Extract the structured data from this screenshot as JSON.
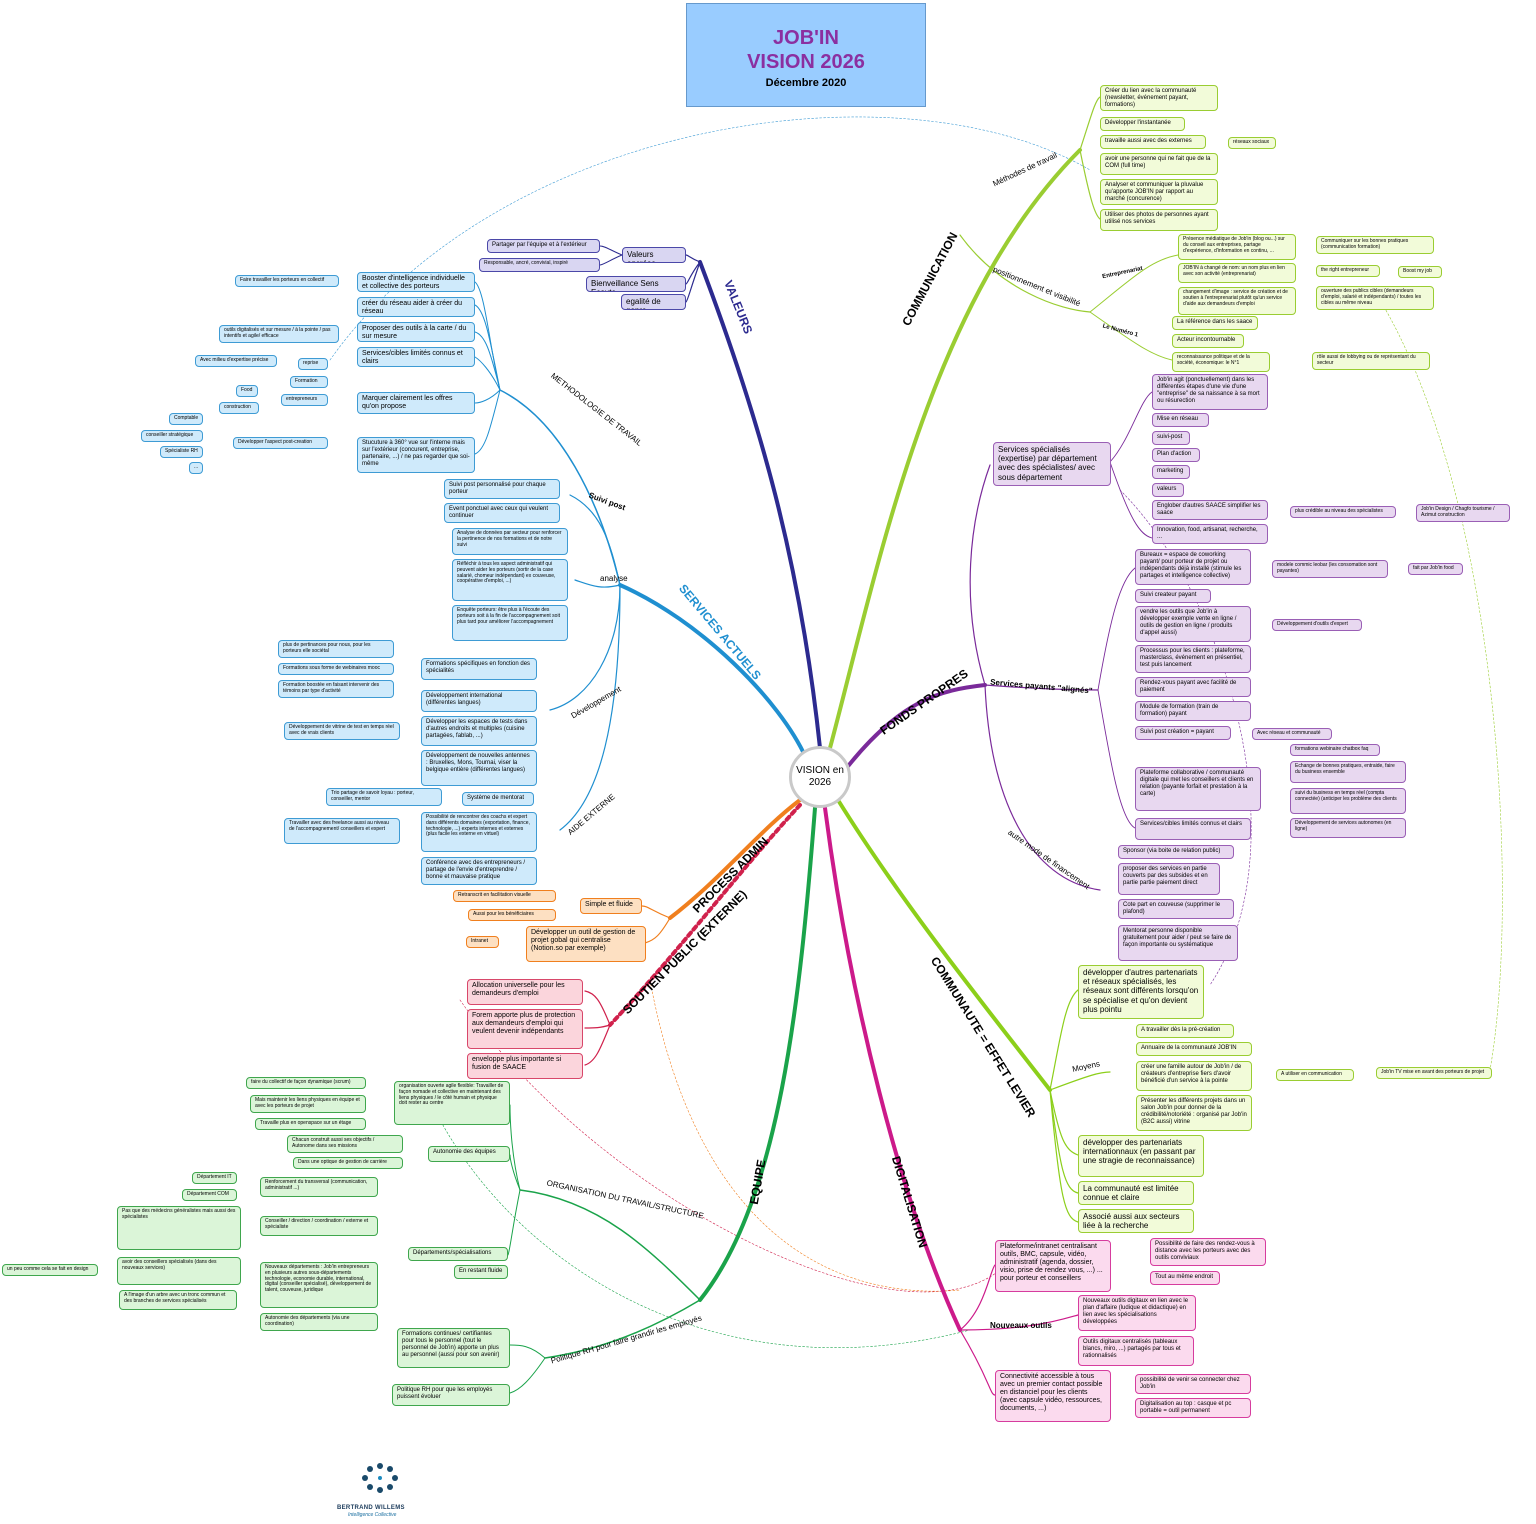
{
  "title": {
    "line1": "JOB'IN",
    "line2": "VISION 2026",
    "line3": "Décembre 2020"
  },
  "center": "VISION en 2026",
  "colors": {
    "valeurs": "#2c2a8f",
    "services": "#1f8fd0",
    "process": "#f07f1e",
    "soutien": "#d0214c",
    "equipe": "#1aa34a",
    "digital": "#cc1a8a",
    "communaute": "#8ccf1a",
    "fonds": "#7a2a9a",
    "communication": "#9acd32"
  },
  "branches": {
    "valeurs": "VALEURS",
    "services": "SERVICES ACTUELS",
    "process": "PROCESS ADMIN",
    "soutien": "SOUTIEN PUBLIC (EXTERNE)",
    "equipe": "EQUIPE",
    "digital": "DIGITALISATION",
    "communaute": "COMMUNAUTE = EFFET LEVIER",
    "fonds": "FONDS PROPRES",
    "communication": "COMMUNICATION"
  },
  "subs": {
    "methodologie": "METHODOLOGIE DE TRAVAIL",
    "suivi_post": "Suivi post",
    "analyse": "analyse",
    "developpement": "Développement",
    "aide_externe": "AIDE EXTERNE",
    "organisation": "ORGANISATION DU TRAVAIL/STRUCTURE",
    "politique_rh": "Politique RH pour faire grandir les employés",
    "nouveaux_outils": "Nouveaux outils",
    "moyens": "Moyens",
    "autre_mode": "autre mode de financement",
    "services_payants": "Services payants \"alignés\"",
    "methodes": "Méthodes de travail",
    "positionnement": "positionnement et visibilité",
    "entrepreneurial": "Entreprenariat",
    "numero1": "Le Numéro 1"
  },
  "valeurs": {
    "valeurs_ancrees": "Valeurs ancrées",
    "partager": "Partager par l'équipe et à l'extérieur",
    "responsable": "Responsable, ancré, convivial, inspiré",
    "bienveillance": "Bienveillance Sens Ecoute",
    "egalite": "egalité de genre"
  },
  "methodo": {
    "booster": "Booster d'intelligence individuelle et collective des porteurs",
    "faire_travailler": "Faire travailler les porteurs en collectif",
    "reseau": "créer du réseau aider à créer du réseau",
    "proposer": "Proposer des outils à la carte / du sur mesure",
    "outils_digitalises": "outils digitalisés et sur mesure / à la pointe / pas intentifs et agile/ efficace",
    "services_cibles": "Services/cibles limités connus et clairs",
    "marquer": "Marquer clairement les offres qu'on propose",
    "structure360": "Stucuture à 360° vue sur l'interne mais sur l'extérieur (concurent, entreprise, partenaire, ...) / ne pas regarder que soi-même",
    "avec_milieu": "Avec milieu d'expertise précise",
    "reprise": "reprise",
    "formation": "Formation",
    "food": "Food",
    "entrepreneurs": "entrepreneurs",
    "construction": "construction",
    "comptable": "Comptable",
    "conseiller": "conseiller stratégique",
    "specialiste_rh": "Spécialiste RH",
    "dots": "...",
    "post_creation": "Développer l'aspect post-creation"
  },
  "suivi": {
    "perso": "Suivi post personnalisé pour chaque porteur",
    "event": "Event ponctuel avec ceux qui veulent continuer"
  },
  "analyse": {
    "donnees": "Analyse de données par secteur pour renforcer la pertinence de nos formations et de notre suivi",
    "reflechir": "Réfléchir à tous les aspect administratif qui peuvent aider les porteurs (sortir de la case salarié, chomeur indépendant) ex couveuse, coopérative d'emploi, ...)",
    "enquete": "Enquête porteurs: être plus à l'écoute des porteurs soit à la fin de l'accompagnement soit plus tard pour améliorer l'accompagnement"
  },
  "develop": {
    "pertinence": "plus de pertinances pour nous, pour les porteurs elle sociétal",
    "webinaires": "Formations sous forme de webinaires mooc",
    "boostee": "Formation boostée en faisant intervenir des témoins par type d'activité",
    "formations": "Formations spécifiques en fonction des spécialités",
    "international": "Développement international (différentes langues)",
    "vitrine": "Développement de vitrine de test en temps réel avec de vrais clients",
    "espaces": "Développer les espaces de tests dans d'autres endroits et multiples (cuisine partagées, fablab, ...)",
    "antennes": "Développement de nouvelles antennes : Bruxelles, Mons, Tournai, viser la belgique entière (différentes langues)"
  },
  "aide": {
    "trio": "Trio partage de savoir loyau : porteur, conseiller, mentor",
    "mentorat": "Système de mentorat",
    "freelance": "Travailler avec des freelance aussi au niveau de l'accompagnement/ conseillers et expert",
    "possibilite": "Possibilité de rencontrer des coachs et expert dans différents domaines (exportation, finance, technologie, ...) experts internes et externes (plus facile les externe en virtuel)",
    "conference": "Conférence avec des entrepreneurs / partage de l'envie d'entreprendre / bonne et mauvaise pratique"
  },
  "process": {
    "retranscrit": "Retranscrit en facilitation visuelle",
    "aussi": "Aussi pour les bénéficiaires",
    "simple": "Simple et fluide",
    "intranet": "Intranet",
    "outil": "Développer un outil de gestion de projet gobal qui centralise (Notion.so par exemple)"
  },
  "soutien": {
    "allocation": "Allocation universelle pour les demandeurs d'emploi",
    "forem": "Forem apporte plus de protection aux demandeurs d'emploi qui veulent devenir indépendants",
    "enveloppe": "enveloppe plus importante si fusion de SAACE"
  },
  "equipe": {
    "faire_collectif": "faire du collectif de façon dynamique (scrum)",
    "mais_maintenir": "Mais maintenir les liens physiques en équipe et avec les porteurs de projet",
    "travaille": "Travaille plus en openspace sur un étage",
    "organisation_agile": "organisation ouverte agile flexible: Travailler de façon nomade et collective en maintenant des liens physiques / le côté humain et physique doit rester au centre",
    "chacun": "Chacun construit aussi ses objectifs / Autonome dans ses missions",
    "optique": "Dans une optique de gestion de carrière",
    "autonomie": "Autonomie des équipes",
    "dept_it": "Département IT",
    "dept_com": "Département COM",
    "renforcement": "Renforcement du transversal (communication, administratif ...)",
    "pas_medecin": "Pas que des médecins généralistes mais aussi des spécialistes",
    "conseiller_dir": "Conseiller / direction / coordination / externe et spécialiste",
    "departements": "Départements/spécialisations",
    "un_peu": "un peu comme cela se fait en design",
    "avoir": "avoir des conseillers spécialisés (dans des nouveaux services)",
    "nouveaux_depts": "Nouveaux départements : Job'in entrepreneurs en plusieurs autres sous-départements technologie, economie durable, international, digital (conseiller spécialisé), développement de talent, couveuse, juridique",
    "fleuve": "A l'image d'un arbre avec un tronc commun et des branches de services spécialisés",
    "en_restant": "En restant fluide",
    "autonomie_depts": "Autonomie des départements (via une coordination)",
    "formations_continues": "Formations continues/ certifiantes pour tous le personnel (tout le personnel de Job'in) apporte un plus au personnel (aussi pour son avenir)",
    "politique": "Politique RH pour que les employés puissent évoluer"
  },
  "digital": {
    "plateforme": "Plateforme/intranet centralisant outils, BMC, capsule, vidéo, administratif (agenda, dossier, visio, prise de rendez vous, ...) ... pour porteur et conseillers",
    "possibilite": "Possibilité de faire des rendez-vous à distance avec les porteurs avec des outils conviviaux",
    "tout_endroit": "Tout au même endroit",
    "nouveaux_digitaux": "Nouveaux outils digitaux en lien avec le plan d'affaire (ludique et didactique) en lien avec les spécialisations développées",
    "centralises": "Outils digitaux centralisés (tableaux blancs, miro, ...) partagés par tous et rationnalisés",
    "connectivite": "Connectivité accessible à tous avec un premier contact possible en distanciel pour les clients (avec capsule vidéo, ressources, documents, ...)",
    "venir": "possibilité de venir se connecter chez Job'in",
    "top": "Digitalisation au top : casque et pc portable = outil permanent"
  },
  "communaute": {
    "partenariats": "développer d'autres partenariats et réseaux spécialisés, les réseaux sont différents lorsqu'on se spécialise et qu'on devient plus pointu",
    "pre_creation": "A travailler dès la pré-création",
    "annuaire": "Annuaire de la communauté JOB'IN",
    "famille": "créer une famille autour de Job'in / de créateurs d'entreprise fiers d'avoir bénéficié d'un service à la pointe",
    "utiliser": "A utiliser en communication",
    "jobin_tv": "Job'in TV mise en avant des porteurs de projet",
    "salon": "Présenter les différents projets dans un salon Job'in pour donner de la crédibilité/notoriété : organisé par Job'in (B2C aussi) vitrine",
    "internationaux": "développer des partenariats internationnaux (en passant par une stragie de reconnaissance)",
    "limitee": "La communauté est limitée connue et claire",
    "associe": "Associé aussi aux secteurs liée à la recherche"
  },
  "fonds": {
    "services_specialises": "Services spécialisés (expertise) par département avec des spécialistes/ avec sous département",
    "jobin_agit": "Job'in agit (ponctuellement) dans les différentes étapes d'une vie d'une \"entreprise\" de sa naissance à sa mort ou résurection",
    "mise_reseau": "Mise en réseau",
    "suivi_post": "suivi-post",
    "plan_action": "Plan d'action",
    "marketing": "marketing",
    "valeurs": "valeurs",
    "englober": "Englober d'autres SAACE simplifier les saace",
    "plus_credible": "plus crédible au niveau des spécialistes",
    "jobin_design": "Job'in Design / Chagfo tourisme / Azimut construction",
    "innovation": "Innovation, food, artisanat, recherche, ...",
    "bureaux": "Bureaux = espace de coworking payant/ pour porteur de projet ou indépendants déjà installé (stimule les partages et intelligence collective)",
    "modele": "modele commic leobar (les consomation sont payantes)",
    "fait_par": "fait par Job'in food",
    "suivi_createur": "Suivi createur payant",
    "vendre": "vendre les outils que Job'in à développer exemple vente en ligne / outils de gestion en ligne / produits d'appel aussi)",
    "outils_expert": "Développement d'outils d'expert",
    "processus": "Processus pour les clients : plateforme, masterclass, événement en présentiel, test puis lancement",
    "rendez_vous": "Rendez-vous payant avec facilité de paiement",
    "module": "Module de formation (train de formation) payant",
    "suivi_post_creation": "Suivi post création = payant",
    "avec_reseau": "Avec réseau et communauté",
    "plateforme_collab": "Plateforme collaborative / communauté digitale qui met les conseillers et clients en relation (payante forfait et prestation à la carte)",
    "chatbox": "formations webinaire chatbox faq",
    "echange": "Echange de bonnes pratiques, entraide, faire du business ensemble",
    "suivi_business": "suivi du business en temps réel (compta connectée) (anticiper les problème des clients",
    "developpement_services": "Développement de services autonomes (en ligne)",
    "services_limites": "Services/cibles limités connus et clairs",
    "sponsor": "Sponsor (via boite de relation public)",
    "proposer_services": "proposer des services en partie couverts par des subsides et en partie partie paiement direct",
    "cote_part": "Cote part en couveuse (supprimer le plafond)",
    "mentorat": "Mentorat personne disponible gratuitement pour aider / peut se faire de façon importante ou systématique"
  },
  "communication": {
    "lien": "Créer du lien avec la communauté (newsletter, événement payant, formations)",
    "instantanee": "Développer l'instantanée",
    "externes": "travaille aussi avec des externes",
    "reseaux_sociaux": "réseaux sociaux",
    "personne": "avoir une personne qui ne fait que de la COM (full time)",
    "analyser": "Analyser et communiquer la pluvalue qu'apporte JOB'IN par rapport au marché (concurence)",
    "photos": "Utiliser des photos de personnes ayant utilisé nos services",
    "presence": "Présence médiatique de Job'in (blog ou...) sur du conseil aux entreprises, partage d'expérience, d'information en continu, ...",
    "communiquer": "Communiquer sur les bonnes pratiques (communication formation)",
    "a_change": "JOB'IN à changé de nom: un nom plus en lien avec son activité (entreprenariat)",
    "right": "the right entrepreneur",
    "boost": "Boost my job",
    "changement": "changement d'image : service de création et de soutien à l'entreprenariat plutôt qu'un service d'aide aux demandeurs d'emploi",
    "ouverture": "ouverture des publics cibles (demandeurs d'emploi, salarié et indépendants) / toutes les cibles au même niveau",
    "reference": "La référence dans les saace",
    "incontournable": "Acteur incontournable",
    "reconnaissance": "reconnaissance politique et de la société, économique: le N°1",
    "lobbying": "rôle aussi de lobbying ou de représentant du secteur"
  },
  "logo": {
    "name": "BERTRAND WILLEMS",
    "sub": "Intelligence Collective"
  }
}
